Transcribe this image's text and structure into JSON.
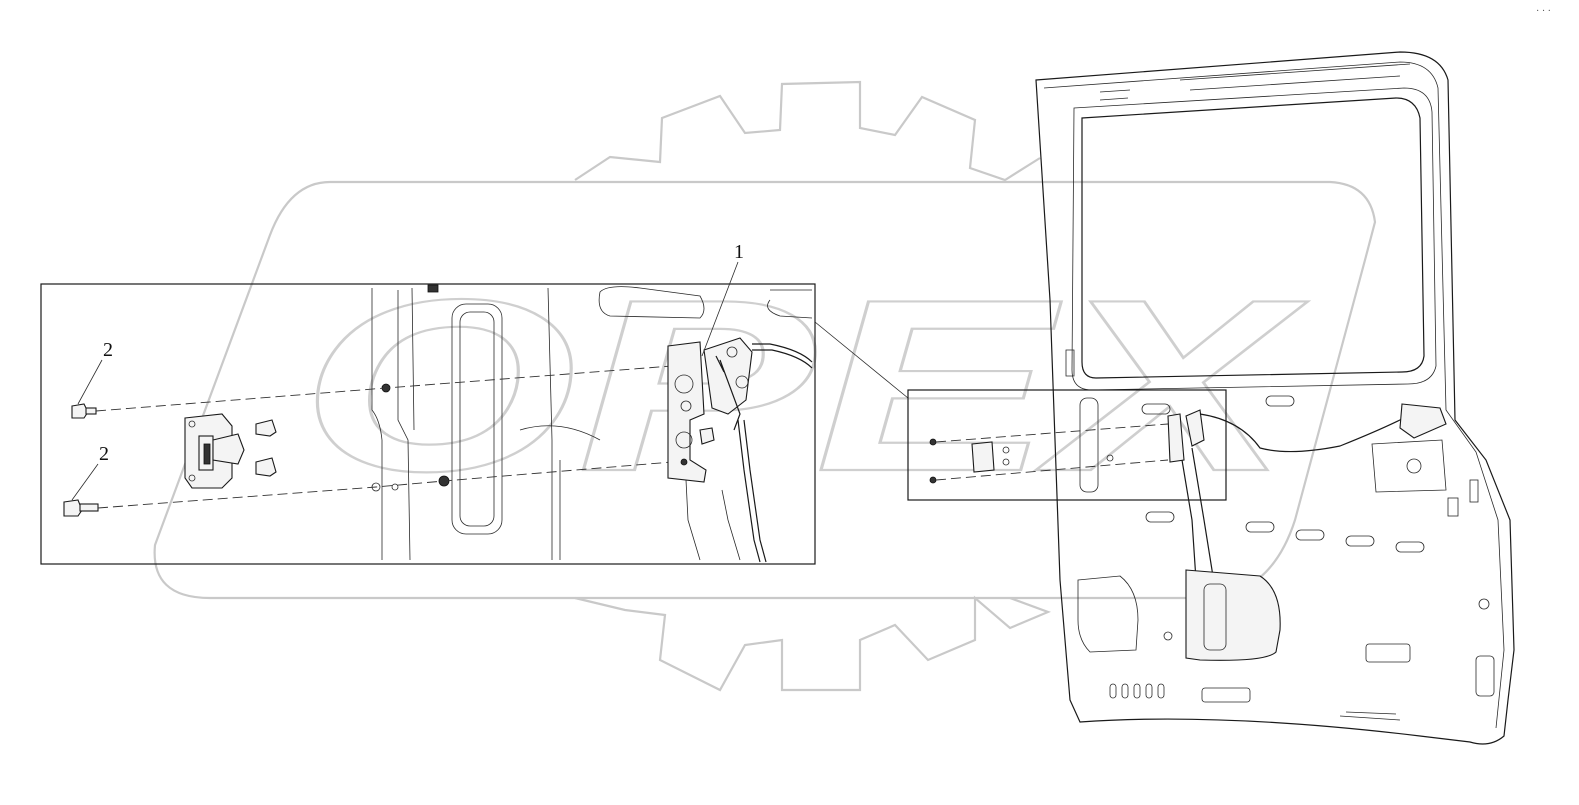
{
  "watermark": {
    "text": "OPEX"
  },
  "callouts": [
    {
      "id": "part-1",
      "label": "1"
    },
    {
      "id": "part-2-upper",
      "label": "2"
    },
    {
      "id": "part-2-lower",
      "label": "2"
    }
  ],
  "corner_mark": "· · ·"
}
